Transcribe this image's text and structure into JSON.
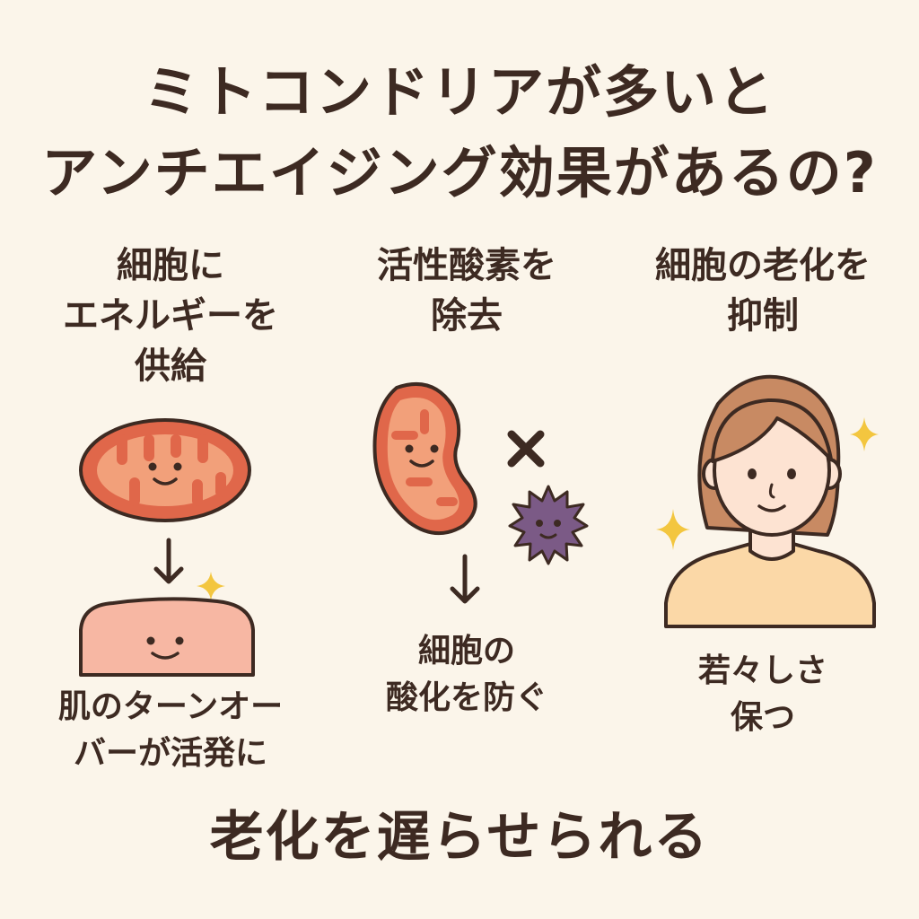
{
  "title": {
    "line1": "ミトコンドリアが多いと",
    "line2": "アンチエイジング効果があるの?"
  },
  "columns": [
    {
      "label": [
        "細胞に",
        "エネルギーを",
        "供給"
      ],
      "caption": [
        "肌のターンオー",
        "バーが活発に"
      ]
    },
    {
      "label": [
        "活性酸素を",
        "除去"
      ],
      "caption": [
        "細胞の",
        "酸化を防ぐ"
      ]
    },
    {
      "label": [
        "細胞の老化を",
        "抑制"
      ],
      "caption": [
        "若々しさ",
        "保つ"
      ]
    }
  ],
  "conclusion": "老化を遅らせられる",
  "icons": {
    "mitochondria": "mitochondria-icon",
    "skin": "skin-icon",
    "radical": "free-radical-icon",
    "cross": "cross-icon",
    "sparkle": "sparkle-icon",
    "woman": "woman-icon",
    "arrow": "arrow-down-icon"
  },
  "colors": {
    "background": "#fbf5ea",
    "text": "#3d2a22",
    "mitochondria_outer": "#e0674a",
    "mitochondria_inner": "#f2a07a",
    "skin": "#f7b7a3",
    "radical": "#7b5a86",
    "sparkle": "#f3c63f",
    "hair": "#c88a63",
    "face": "#fde3d2",
    "shirt": "#fbd8a7"
  }
}
